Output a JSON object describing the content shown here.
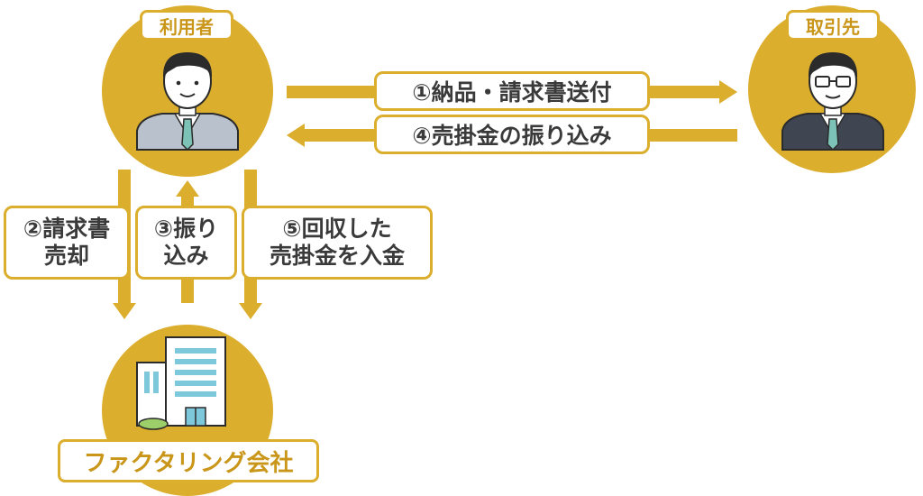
{
  "colors": {
    "accent": "#dcae2e",
    "text": "#3a3a3a",
    "tag_text": "#c9961a",
    "suit": "#b9c2cc",
    "suit_dark": "#3f4652",
    "tie": "#7cc2b6",
    "building_window": "#7ec8dc"
  },
  "nodes": {
    "user": {
      "label": "利用者",
      "icon": "businessman-icon"
    },
    "client": {
      "label": "取引先",
      "icon": "businessman-glasses-icon"
    },
    "factoring": {
      "label": "ファクタリング会社",
      "icon": "office-building-icon"
    }
  },
  "steps": {
    "s1": "①納品・請求書送付",
    "s4": "④売掛金の振り込み",
    "s2": {
      "line1": "②請求書",
      "line2": "売却"
    },
    "s3": {
      "line1": "③振り",
      "line2": "込み"
    },
    "s5": {
      "line1": "⑤回収した",
      "line2": "売掛金を入金"
    }
  }
}
